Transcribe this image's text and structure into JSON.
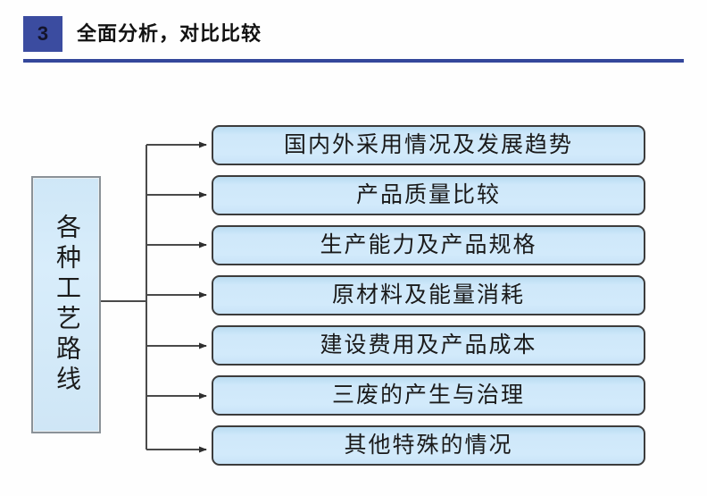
{
  "header": {
    "badge_number": "3",
    "title": "全面分析，对比比较",
    "badge_color": "#3B4CA0",
    "rule_color": "#34479B"
  },
  "diagram": {
    "root": {
      "label": "各种工艺路线",
      "orientation": "vertical",
      "fill_color": "#D2EAFB",
      "border_color": "#8B9298"
    },
    "connector": {
      "style": "orthogonal-trunk-with-arrows",
      "line_color": "#3C3C3C",
      "arrow_count": 7
    },
    "items": [
      {
        "label": "国内外采用情况及发展趋势"
      },
      {
        "label": "产品质量比较"
      },
      {
        "label": "生产能力及产品规格"
      },
      {
        "label": "原材料及能量消耗"
      },
      {
        "label": "建设费用及产品成本"
      },
      {
        "label": "三废的产生与治理"
      },
      {
        "label": "其他特殊的情况"
      }
    ],
    "item_fill_color": "#CFE8FA",
    "item_border_color": "#3C3C3C"
  }
}
